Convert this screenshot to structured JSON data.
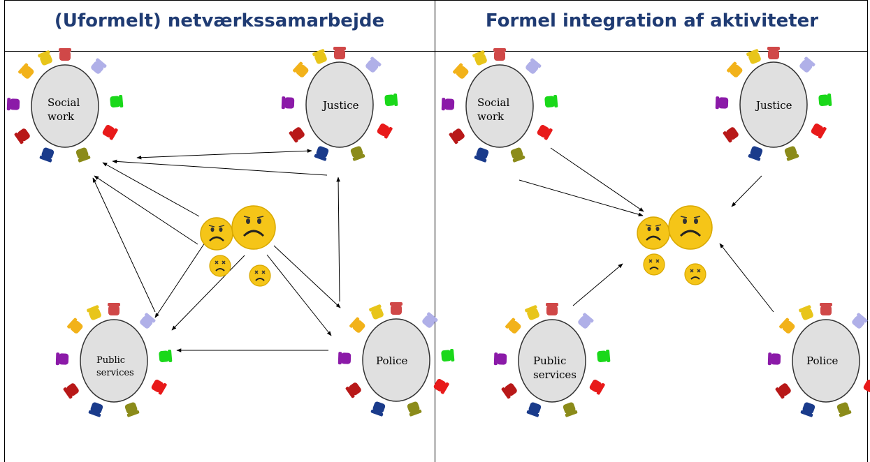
{
  "headers": {
    "left": "(Uformelt) netværkssamarbejde",
    "right": "Formel integration af aktiviteter"
  },
  "tables": {
    "social_work": [
      "Social",
      "work"
    ],
    "justice": "Justice",
    "public_services": [
      "Public",
      "services"
    ],
    "police": "Police"
  },
  "colors": {
    "header_text": "#1f3b73",
    "table_fill": "#e0e0e0",
    "smiley_fill": "#f5c518"
  }
}
